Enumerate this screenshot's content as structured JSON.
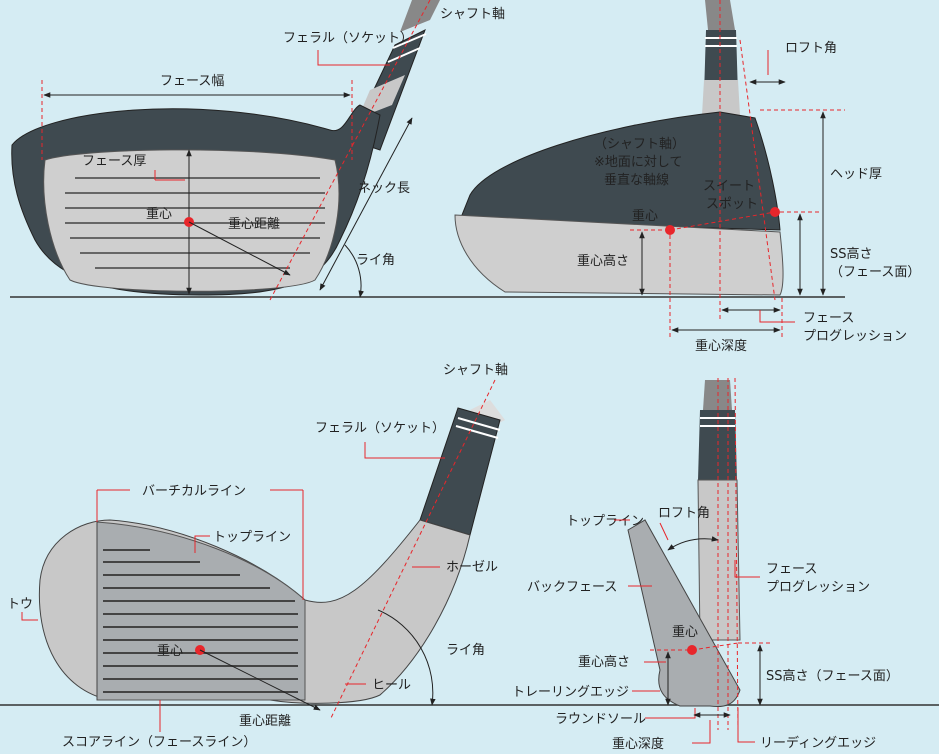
{
  "colors": {
    "background": "#d5ecf3",
    "head_dark": "#3f4a50",
    "face_light": "#cfcfcf",
    "iron_face": "#a9adb0",
    "marker_red": "#e8262b",
    "ground": "#333333"
  },
  "fairway_front": {
    "face_width": "フェース幅",
    "face_thickness": "フェース厚",
    "ferrule": "フェラル（ソケット）",
    "shaft_axis": "シャフト軸",
    "neck_length": "ネック長",
    "cog": "重心",
    "cog_distance": "重心距離",
    "lie_angle": "ライ角"
  },
  "fairway_side": {
    "loft_angle": "ロフト角",
    "shaft_axis_note_1": "（シャフト軸）",
    "shaft_axis_note_2": "※地面に対して",
    "shaft_axis_note_3": "垂直な軸線",
    "sweet_spot_1": "スイート",
    "sweet_spot_2": "スポット",
    "head_thickness": "ヘッド厚",
    "cog": "重心",
    "cog_height": "重心高さ",
    "ss_height_1": "SS高さ",
    "ss_height_2": "（フェース面）",
    "face_progression_1": "フェース",
    "face_progression_2": "プログレッション",
    "cog_depth": "重心深度"
  },
  "iron_front": {
    "shaft_axis": "シャフト軸",
    "ferrule": "フェラル（ソケット）",
    "vertical_line": "バーチカルライン",
    "top_line": "トップライン",
    "hosel": "ホーゼル",
    "toe": "トウ",
    "lie_angle": "ライ角",
    "cog": "重心",
    "heel": "ヒール",
    "cog_distance": "重心距離",
    "score_line": "スコアライン（フェースライン）"
  },
  "iron_side": {
    "loft_angle": "ロフト角",
    "top_line": "トップライン",
    "face_progression_1": "フェース",
    "face_progression_2": "プログレッション",
    "back_face": "バックフェース",
    "cog": "重心",
    "cog_height": "重心高さ",
    "ss_height": "SS高さ（フェース面）",
    "trailing_edge": "トレーリングエッジ",
    "round_sole": "ラウンドソール",
    "cog_depth": "重心深度",
    "leading_edge": "リーディングエッジ"
  }
}
